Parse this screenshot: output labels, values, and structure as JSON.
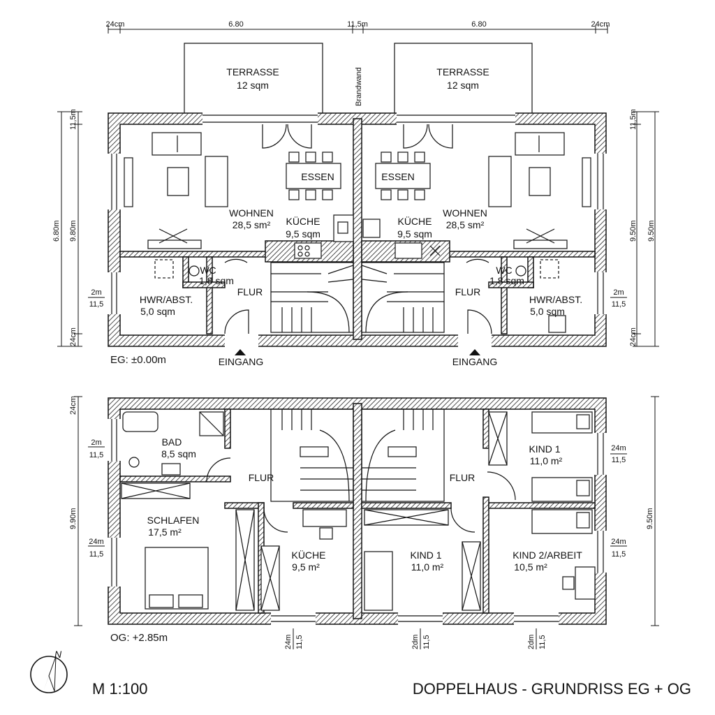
{
  "title": "DOPPELHAUS - GRUNDRISS EG + OG",
  "scale": "M 1:100",
  "north": "N",
  "levels": {
    "eg": "EG: ±0.00m",
    "og": "OG: +2.85m"
  },
  "brandwand": "Brandwand",
  "top_dims": [
    "24cm",
    "6.80",
    "11,5m",
    "6.80",
    "24cm"
  ],
  "left_dims": {
    "top": "11,5m",
    "outer": "6.80m",
    "inner": "9.80m",
    "mid_a": "2m",
    "mid_b": "11,5",
    "bottom": "24cm"
  },
  "right_dims": {
    "top": "11,5m",
    "outer": "9.50m",
    "inner": "9.50m",
    "mid_a": "2m",
    "mid_b": "11,5",
    "bottom": "24cm"
  },
  "og_left_dims": {
    "top": "24cm",
    "a1": "2m",
    "b1": "11,5",
    "height": "9.90m",
    "a2": "24m",
    "b2": "11,5"
  },
  "og_right_dims": {
    "height": "9.50m",
    "a1": "24m",
    "b1": "11,5",
    "a2": "24m",
    "b2": "11,5"
  },
  "og_bottom_dims": [
    {
      "a": "24m",
      "b": "11,5"
    },
    {
      "a": "2dm",
      "b": "11,5"
    },
    {
      "a": "2dm",
      "b": "11,5"
    }
  ],
  "eg_left": {
    "terrasse": "TERRASSE",
    "terrasse_area": "12 sqm",
    "wohnen": "WOHNEN",
    "wohnen_area": "28,5 sm²",
    "essen": "ESSEN",
    "kueche": "KÜCHE",
    "kueche_area": "9,5 sqm",
    "wc": "WC",
    "wc_area": "1,8 sqm",
    "hwr": "HWR/ABST.",
    "hwr_area": "5,0 sqm",
    "flur": "FLUR",
    "eingang": "EINGANG"
  },
  "eg_right": {
    "terrasse": "TERRASSE",
    "terrasse_area": "12 sqm",
    "wohnen": "WOHNEN",
    "wohnen_area": "28,5 sm²",
    "essen": "ESSEN",
    "kueche": "KÜCHE",
    "kueche_area": "9,5 sqm",
    "wc": "WC",
    "wc_area": "1,8 sqm",
    "hwr": "HWR/ABST.",
    "hwr_area": "5,0 sqm",
    "flur": "FLUR",
    "eingang": "EINGANG"
  },
  "og_left": {
    "bad": "BAD",
    "bad_area": "8,5 sqm",
    "flur": "FLUR",
    "schlafen": "SCHLAFEN",
    "schlafen_area": "17,5 m²",
    "kueche": "KÜCHE",
    "kueche_area": "9,5 m²"
  },
  "og_right": {
    "flur": "FLUR",
    "kind1": "KIND 1",
    "kind1_area": "11,0 m²",
    "kind1b": "KIND 1",
    "kind1b_area": "11,0 m²",
    "kind2": "KIND 2/ARBEIT",
    "kind2_area": "10,5 m²"
  }
}
